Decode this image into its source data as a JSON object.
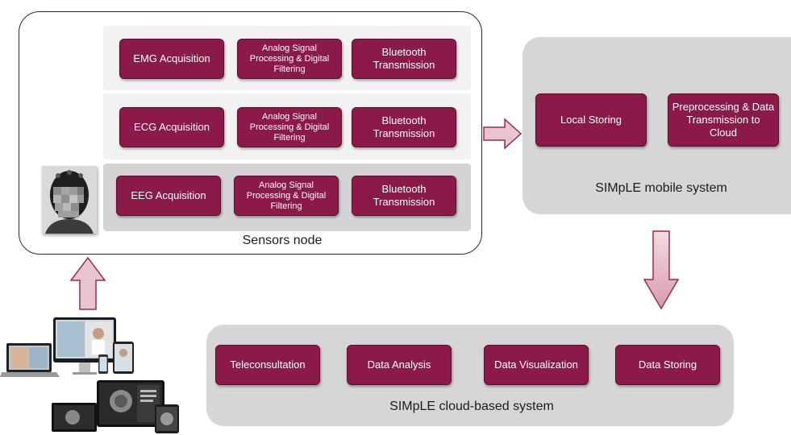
{
  "sensors_node": {
    "caption": "Sensors node",
    "rows": [
      {
        "acquisition": "EMG Acquisition",
        "processing": "Analog Signal Processing & Digital Filtering",
        "transmission": "Bluetooth Transmission"
      },
      {
        "acquisition": "ECG Acquisition",
        "processing": "Analog Signal Processing & Digital Filtering",
        "transmission": "Bluetooth Transmission"
      },
      {
        "acquisition": "EEG Acquisition",
        "processing": "Analog Signal Processing & Digital Filtering",
        "transmission": "Bluetooth Transmission"
      }
    ]
  },
  "mobile_system": {
    "caption": "SIMpLE mobile system",
    "boxes": [
      "Local Storing",
      "Preprocessing & Data Transmission to Cloud"
    ]
  },
  "cloud_system": {
    "caption": "SIMpLE cloud-based system",
    "boxes": [
      "Teleconsultation",
      "Data Analysis",
      "Data Visualization",
      "Data Storing"
    ]
  },
  "colors": {
    "box_fill": "#8b1a4a",
    "panel_gray": "#d6d6d6",
    "arrow_fill": "#e8c4cf",
    "arrow_stroke": "#9c2a52"
  }
}
